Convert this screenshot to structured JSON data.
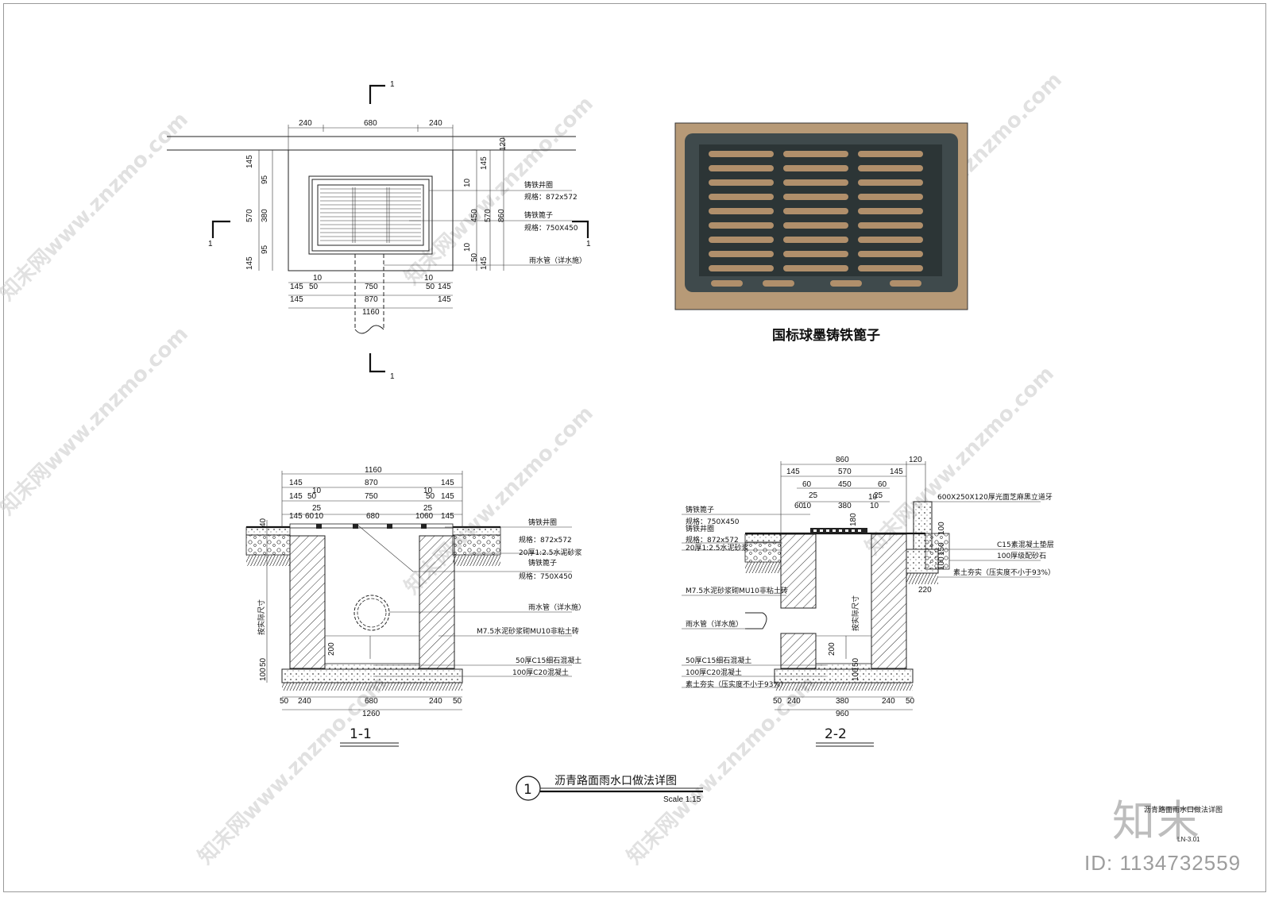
{
  "photo": {
    "caption": "国标球墨铸铁篦子"
  },
  "plan": {
    "section_mark": "1",
    "top_dims": [
      "240",
      "680",
      "240"
    ],
    "right_top_dim": "120",
    "left_dims": [
      "145",
      "95",
      "570",
      "380",
      "95",
      "145"
    ],
    "right_dims": [
      "10",
      "145",
      "450",
      "570",
      "860",
      "10",
      "50",
      "145"
    ],
    "bottom_rows": [
      [
        "145",
        "50",
        "10",
        "750",
        "10",
        "50",
        "145"
      ],
      [
        "145",
        "870",
        "145"
      ],
      [
        "1160"
      ]
    ],
    "labels": {
      "frame_name": "铸铁井圈",
      "frame_spec": "规格：872x572",
      "grate_name": "铸铁篦子",
      "grate_spec": "规格：750X450",
      "pipe": "雨水管（详水施）"
    }
  },
  "section1": {
    "title": "1-1",
    "top_rows": [
      [
        "1160"
      ],
      [
        "145",
        "870",
        "145"
      ],
      [
        "145",
        "50",
        "10",
        "750",
        "10",
        "50",
        "145"
      ],
      [
        "145",
        "60",
        "10",
        "25",
        "680",
        "25",
        "10",
        "60",
        "145"
      ]
    ],
    "side_dims": [
      "40",
      "200",
      "100",
      "50"
    ],
    "bottom_dims": [
      "50",
      "240",
      "680",
      "240",
      "50"
    ],
    "total": "1260",
    "vertical_note": "按实际尺寸",
    "labels": {
      "frame_name": "铸铁井圈",
      "frame_spec": "规格：872x572",
      "mortar": "20厚1:2.5水泥砂浆",
      "grate_name": "铸铁篦子",
      "grate_spec": "规格：750X450",
      "pipe": "雨水管（详水施）",
      "wall": "M7.5水泥砂浆砌MU10非粘土砖",
      "concrete1": "50厚C15细石混凝土",
      "concrete2": "100厚C20混凝土"
    }
  },
  "section2": {
    "title": "2-2",
    "top_rows": [
      [
        "860",
        "120"
      ],
      [
        "145",
        "570",
        "145"
      ],
      [
        "60",
        "450",
        "60"
      ],
      [
        "10",
        "25",
        "380",
        "25",
        "10"
      ],
      [
        "60",
        "10",
        "180"
      ]
    ],
    "side_dims": [
      "200",
      "100",
      "50",
      "100",
      "150",
      "100",
      "220"
    ],
    "bottom_dims": [
      "50",
      "240",
      "380",
      "240",
      "50"
    ],
    "total": "960",
    "vertical_note": "按实际尺寸",
    "labels": {
      "grate_name": "铸铁篦子",
      "grate_spec": "规格：750X450",
      "frame_name": "铸铁井圈",
      "frame_spec": "规格：872x572",
      "mortar": "20厚1:2.5水泥砂浆",
      "wall": "M7.5水泥砂浆砌MU10非粘土砖",
      "pipe": "雨水管（详水施）",
      "concrete1": "50厚C15细石混凝土",
      "concrete2": "100厚C20混凝土",
      "soil": "素土夯实（压实度不小于93%）",
      "curb": "600X250X120厚光面芝麻黑立道牙",
      "curb_base": "C15素混凝土垫层",
      "gravel": "100厚级配砂石",
      "curb_soil": "素土夯实（压实度不小于93%）"
    }
  },
  "title_block": {
    "number": "1",
    "title": "沥青路面雨水口做法详图",
    "scale": "Scale  1:15"
  },
  "sheet": {
    "title": "沥青路面雨水口做法详图",
    "number": "LN-3.01"
  },
  "watermark": {
    "text": "知末网www.znzmo.com",
    "logo": "知末",
    "id": "ID: 1134732559"
  }
}
